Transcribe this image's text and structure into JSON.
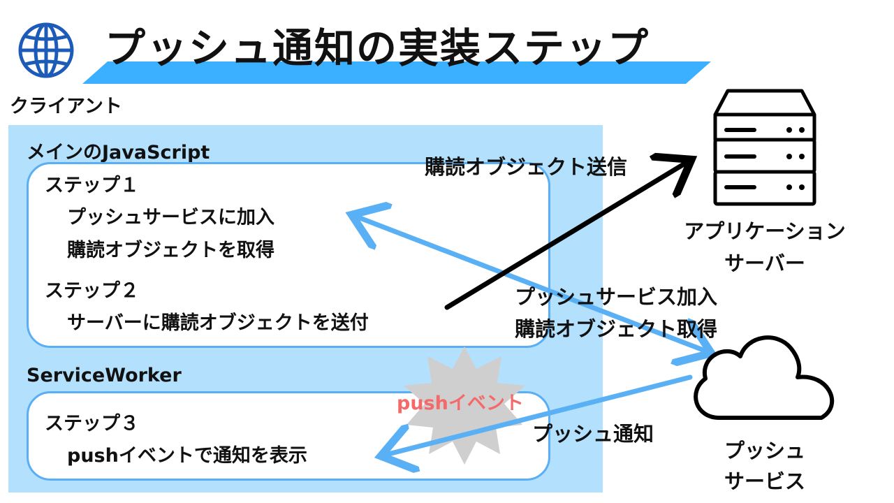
{
  "title": "プッシュ通知の実装ステップ",
  "client": {
    "label": "クライアント",
    "main_js": {
      "label": "メインのJavaScript",
      "step1": {
        "title": "ステップ１",
        "lines": [
          "プッシュサービスに加入",
          "購読オブジェクトを取得"
        ]
      },
      "step2": {
        "title": "ステップ２",
        "lines": [
          "サーバーに購読オブジェクトを送付"
        ]
      }
    },
    "service_worker": {
      "label": "ServiceWorker",
      "step3": {
        "title": "ステップ３",
        "lines": [
          "pushイベントで通知を表示"
        ]
      },
      "push_event_label": "pushイベント"
    }
  },
  "nodes": {
    "app_server": {
      "lines": [
        "アプリケーション",
        "サーバー"
      ],
      "icon": "server-icon"
    },
    "push_service": {
      "lines": [
        "プッシュ",
        "サービス"
      ],
      "icon": "cloud-icon"
    }
  },
  "flows": {
    "send_subscription": "購読オブジェクト送信",
    "subscribe": [
      "プッシュサービス加入",
      "購読オブジェクト取得"
    ],
    "push_notification": "プッシュ通知"
  },
  "colors": {
    "accent_blue": "#3ab0ff",
    "panel_blue": "#b3e1fd",
    "box_border": "#5aaef5",
    "arrow_blue": "#5ab0f5",
    "arrow_black": "#000000",
    "globe_blue": "#1d5bb8",
    "push_event_red": "#f46a6a",
    "starburst_gray": "#cfcfcf"
  }
}
